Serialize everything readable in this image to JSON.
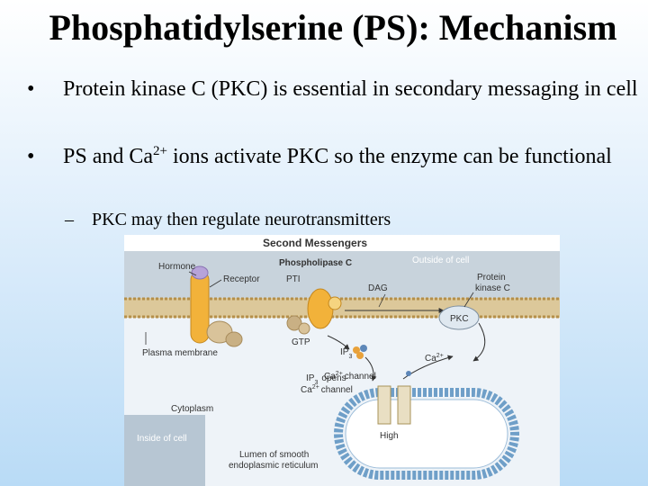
{
  "slide": {
    "title": "Phosphatidylserine (PS): Mechanism",
    "bullets": [
      {
        "text": "Protein kinase C (PKC) is essential in secondary messaging in cell"
      },
      {
        "text_before": "PS and Ca",
        "superscript": "2+",
        "text_after": " ions activate PKC so the enzyme can be functional"
      }
    ],
    "sub_bullet": "PKC may then regulate neurotransmitters",
    "bullet_symbol": "•",
    "dash_symbol": "–"
  },
  "diagram": {
    "heading": "Second Messengers",
    "labels": {
      "hormone": "Hormone",
      "receptor": "Receptor",
      "phospholipase": "Phospholipase C",
      "pti": "PTI",
      "dag": "DAG",
      "outside": "Outside of cell",
      "pkc_line1": "Protein",
      "pkc_line2": "kinase C",
      "pkc": "PKC",
      "gtp": "GTP",
      "ip3": "IP",
      "ip3_sub": "3",
      "ca2": "Ca",
      "ca2_sup": "2+",
      "membrane": "Plasma membrane",
      "ca_channel": "channel",
      "ip3_opens": "opens",
      "cytoplasm": "Cytoplasm",
      "inside": "Inside of cell",
      "high": "High",
      "lumen_line1": "Lumen of smooth",
      "lumen_line2": "endoplasmic reticulum"
    },
    "colors": {
      "membrane": "#c9a96a",
      "receptor": "#f2b23a",
      "er_outer": "#6f9fc8",
      "outside_bg": "#c8d3dc",
      "cytoplasm_bg": "#eef3f8"
    }
  }
}
